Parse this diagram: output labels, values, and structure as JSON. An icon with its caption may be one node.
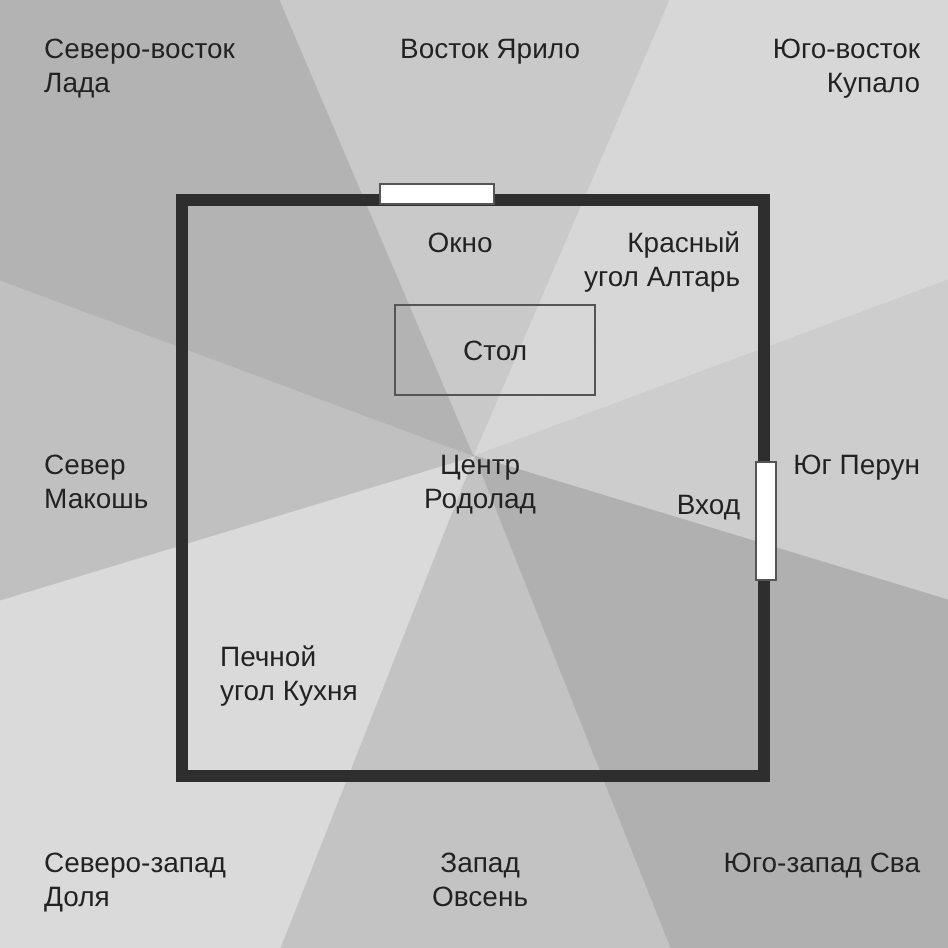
{
  "diagram": {
    "nodes": [
      {
        "text": [],
        "shape": "box"
      },
      {
        "text": [
          "Стол"
        ],
        "in": 0
      }
    ],
    "labels": [
      "Северо-восток Лада",
      "Восток Ярило",
      "Юго-восток Купало",
      "Окно",
      "Красный угол Алтарь",
      "Север Макошь",
      "Центр Родолад",
      "Вход",
      "Юг Перун",
      "Печной угол Кухня",
      "Северо-запад Доля",
      "Запад Овсень",
      "Юго-запад Сва"
    ]
  }
}
